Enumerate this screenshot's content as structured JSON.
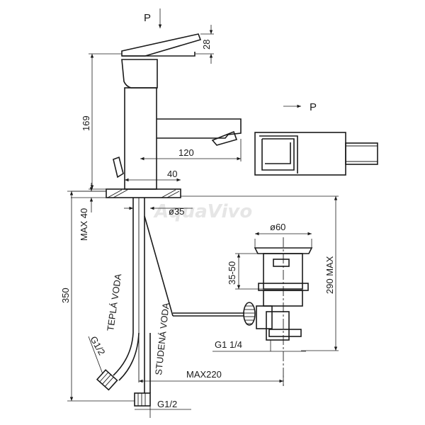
{
  "labels": {
    "p_top": "P",
    "p_side": "P",
    "dim_28": "28",
    "dim_169": "169",
    "dim_120": "120",
    "dim_40": "40",
    "dim_max40": "MAX 40",
    "dim_35dia": "ø35",
    "dim_60dia": "ø60",
    "dim_35_50": "35-50",
    "dim_290max": "290 MAX",
    "dim_350": "350",
    "teplá_voda": "TEPLÁ VODA",
    "studena_voda": "STUDENÁ VODA",
    "g1_2_left": "G1/2",
    "g1_2_bottom": "G1/2",
    "g1_14": "G1 1/4",
    "max220": "MAX220",
    "watermark": "AquaVivo"
  }
}
